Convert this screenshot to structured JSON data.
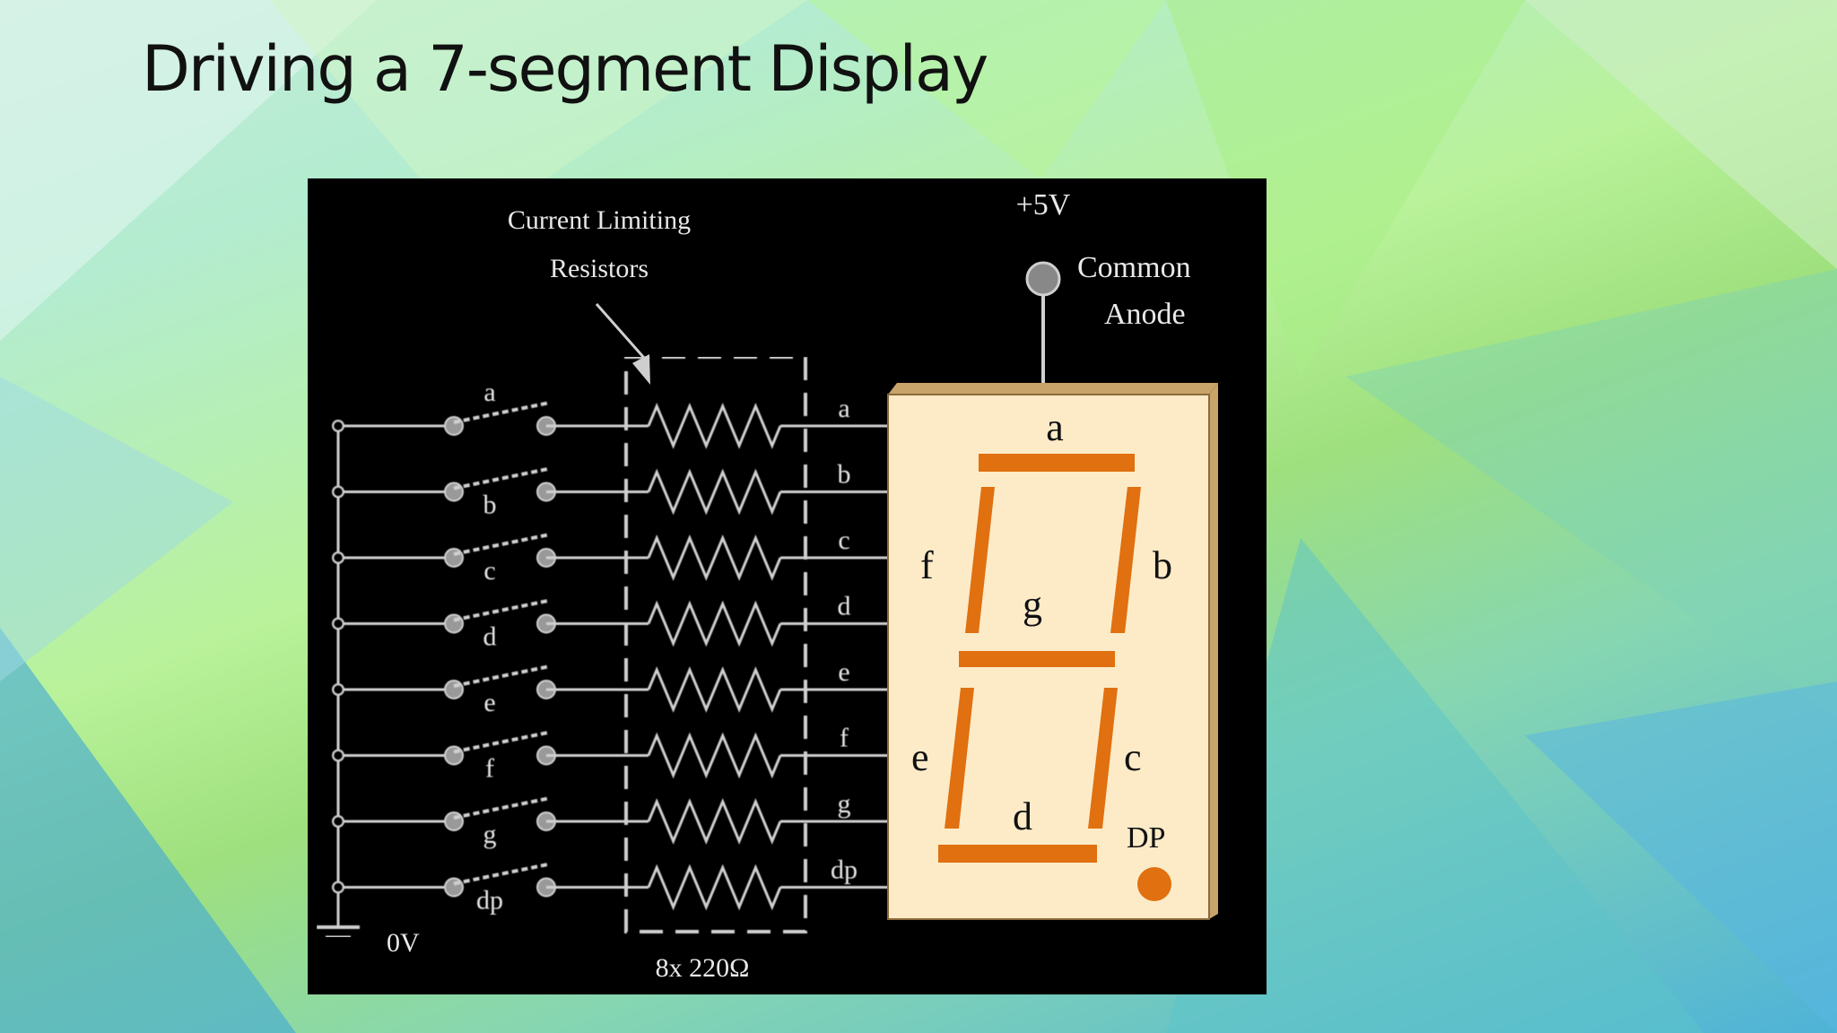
{
  "slide": {
    "title": "Driving a 7-segment Display"
  },
  "diagram": {
    "resistor_group_label_line1": "Current Limiting",
    "resistor_group_label_line2": "Resistors",
    "supply_label": "+5V",
    "anode_label_line1": "Common",
    "anode_label_line2": "Anode",
    "ground_label": "0V",
    "resistor_value_label": "8x 220Ω",
    "switch_labels": [
      "a",
      "b",
      "c",
      "d",
      "e",
      "f",
      "g",
      "dp"
    ],
    "output_labels": [
      "a",
      "b",
      "c",
      "d",
      "e",
      "f",
      "g",
      "dp"
    ],
    "segment_labels": {
      "a": "a",
      "b": "b",
      "c": "c",
      "d": "d",
      "e": "e",
      "f": "f",
      "g": "g",
      "dp": "DP"
    },
    "colors": {
      "panel_background": "#000000",
      "wire": "#cfcfcf",
      "display_face": "#fdebc8",
      "display_edge": "#c8a36a",
      "segment": "#e07010"
    }
  }
}
